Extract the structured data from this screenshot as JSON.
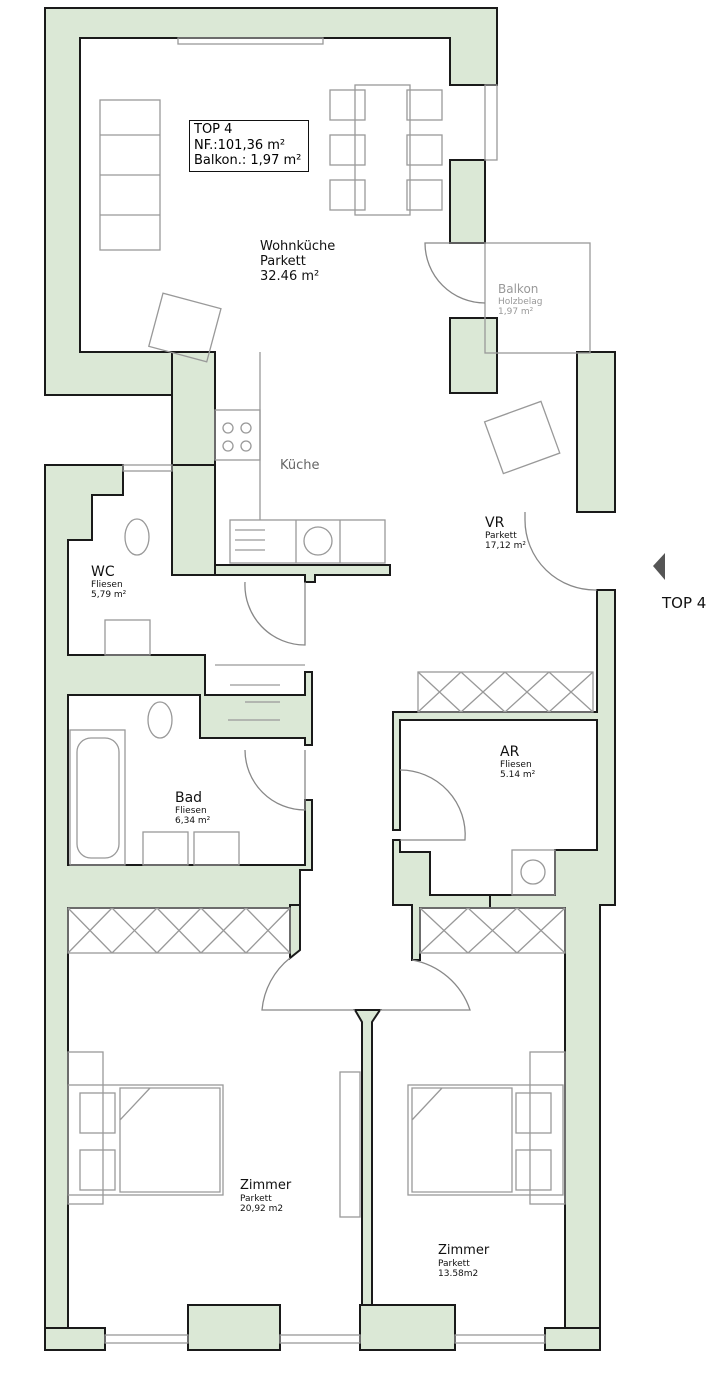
{
  "info": {
    "title": "TOP 4",
    "area": "NF.:101,36 m²",
    "balcony": "Balkon.: 1,97 m²"
  },
  "rooms": {
    "wohnkueche": {
      "name": "Wohnküche",
      "floor": "Parkett",
      "area": "32.46 m²"
    },
    "kueche": {
      "name": "Küche"
    },
    "balkon": {
      "name": "Balkon",
      "floor": "Holzbelag",
      "area": "1,97 m²"
    },
    "vr": {
      "name": "VR",
      "floor": "Parkett",
      "area": "17,12 m²"
    },
    "wc": {
      "name": "WC",
      "floor": "Fliesen",
      "area": "5,79 m²"
    },
    "ar": {
      "name": "AR",
      "floor": "Fliesen",
      "area": "5.14 m²"
    },
    "bad": {
      "name": "Bad",
      "floor": "Fliesen",
      "area": "6,34 m²"
    },
    "zimmer1": {
      "name": "Zimmer",
      "floor": "Parkett",
      "area": "20,92 m2"
    },
    "zimmer2": {
      "name": "Zimmer",
      "floor": "Parkett",
      "area": "13.58m2"
    }
  },
  "entrance": {
    "label": "TOP 4"
  },
  "colors": {
    "wall": "#dbe8d6",
    "outline": "#1a1a1a",
    "furniture": "#999999"
  }
}
